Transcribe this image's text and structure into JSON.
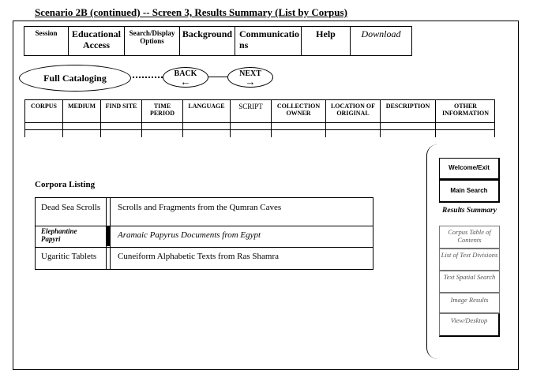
{
  "page_title": "Scenario 2B (continued) -- Screen 3, Results Summary (List by Corpus)",
  "menu": {
    "items": [
      {
        "label": "Session"
      },
      {
        "label": "Educational Access"
      },
      {
        "label": "Search/Display Options"
      },
      {
        "label": "Background"
      },
      {
        "label": "Communications"
      },
      {
        "label": "Help"
      },
      {
        "label": "Download"
      }
    ]
  },
  "nav": {
    "full_cataloging": "Full Cataloging",
    "back": "BACK",
    "next": "NEXT"
  },
  "columns": [
    "CORPUS",
    "MEDIUM",
    "FIND SITE",
    "TIME PERIOD",
    "LANGUAGE",
    "SCRIPT",
    "COLLECTION OWNER",
    "LOCATION OF ORIGINAL",
    "DESCRIPTION",
    "OTHER INFORMATION"
  ],
  "corpora": {
    "label": "Corpora Listing",
    "rows": [
      {
        "name": "Dead Sea Scrolls",
        "description": "Scrolls and Fragments from the Qumran Caves"
      },
      {
        "name": "Elephantine Papyri",
        "description": "Aramaic Papyrus Documents from Egypt"
      },
      {
        "name": "Ugaritic Tablets",
        "description": "Cuneiform Alphabetic Texts from Ras Shamra"
      }
    ]
  },
  "sidebar": {
    "items": [
      {
        "label": "Welcome/Exit"
      },
      {
        "label": "Main Search"
      },
      {
        "label": "Results Summary"
      },
      {
        "label": "Corpus Table of Contents"
      },
      {
        "label": "List of Text Divisions"
      },
      {
        "label": "Text Spatial Search"
      },
      {
        "label": "Image Results"
      },
      {
        "label": "View/Desktop"
      }
    ]
  }
}
